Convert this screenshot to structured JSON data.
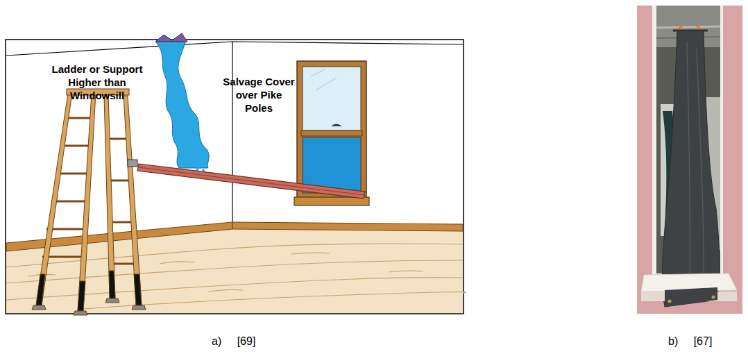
{
  "diagram": {
    "labels": [
      "Ladder or Support Higher than Windowsill",
      "Salvage Cover over Pike Poles",
      "a) [69]",
      "b) [67]"
    ]
  }
}
